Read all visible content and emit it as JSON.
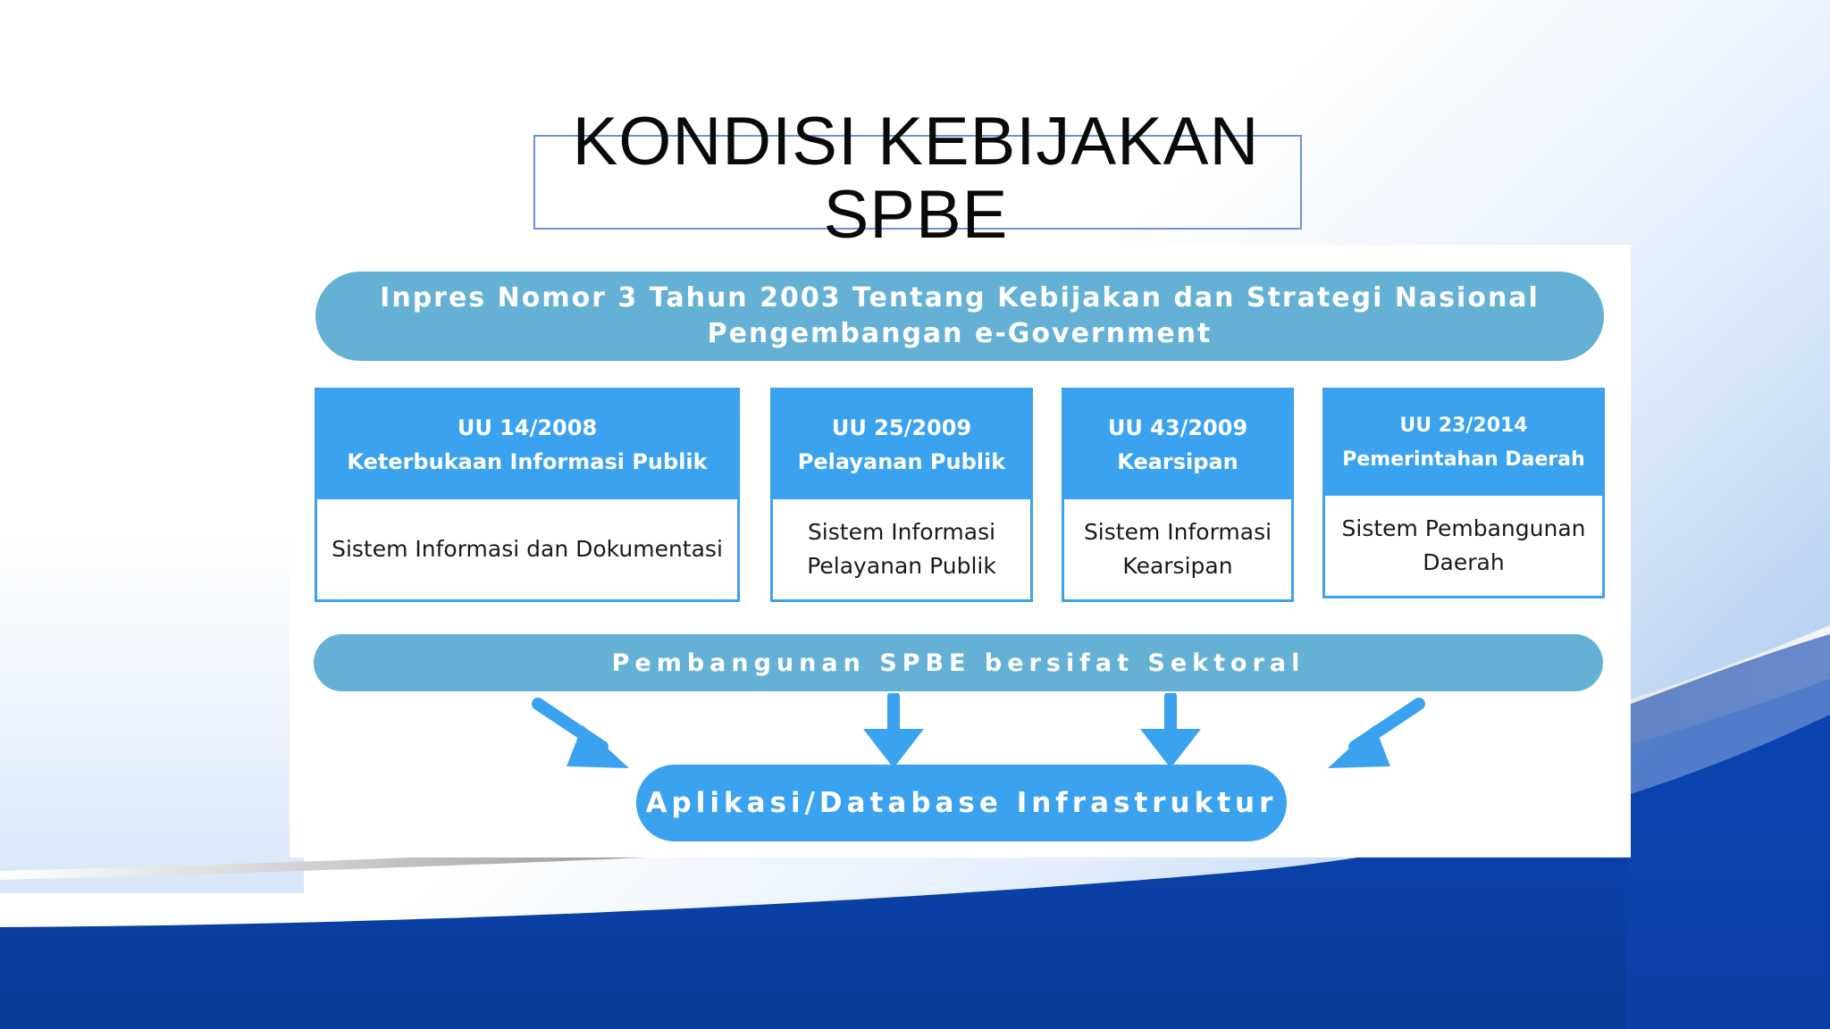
{
  "slide": {
    "title": "KONDISI KEBIJAKAN SPBE"
  },
  "diagram": {
    "top_policy": "Inpres Nomor 3 Tahun 2003 Tentang Kebijakan dan Strategi Nasional Pengembangan e-Government",
    "laws": [
      {
        "code": "UU 14/2008",
        "name": "Keterbukaan Informasi Publik",
        "system": "Sistem Informasi dan Dokumentasi"
      },
      {
        "code": "UU 25/2009",
        "name": "Pelayanan Publik",
        "system": "Sistem Informasi Pelayanan Publik"
      },
      {
        "code": "UU 43/2009",
        "name": "Kearsipan",
        "system": "Sistem Informasi Kearsipan"
      },
      {
        "code": "UU 23/2014",
        "name": "Pemerintahan Daerah",
        "system": "Sistem Pembangunan Daerah"
      }
    ],
    "middle_statement": "Pembangunan SPBE bersifat Sektoral",
    "result": "Aplikasi/Database Infrastruktur"
  },
  "colors": {
    "pill_muted": "#64b1d5",
    "accent_blue": "#3aa2ef",
    "dark_navy": "#0a3fa0"
  }
}
